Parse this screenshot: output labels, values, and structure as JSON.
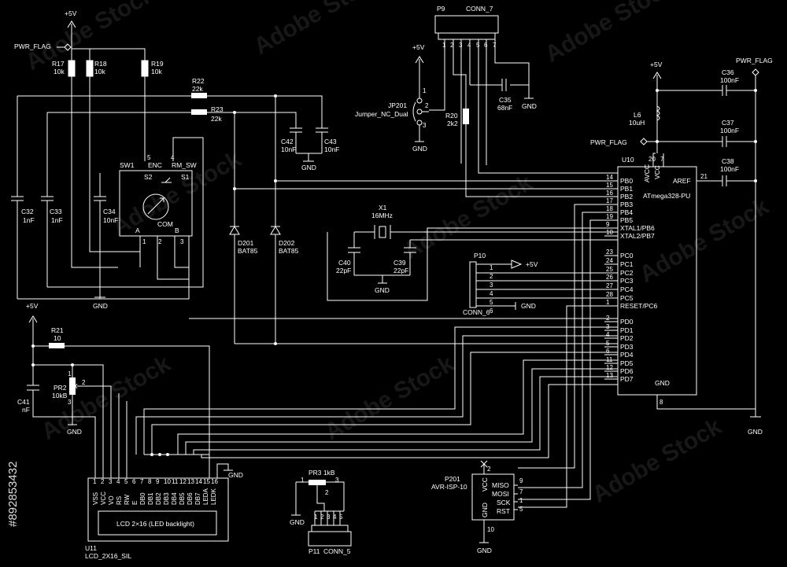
{
  "watermark": "Adobe Stock",
  "side_id": "#892853432",
  "labels": {
    "p5v_1": "+5V",
    "pwr_flag_left": "PWR_FLAG",
    "r17": "R17",
    "r17v": "10k",
    "r18": "R18",
    "r18v": "10k",
    "r19": "R19",
    "r19v": "10k",
    "r22": "R22",
    "r22v": "22k",
    "r23": "R23",
    "r23v": "22k",
    "c42": "C42",
    "c42v": "10nF",
    "c43": "C43",
    "c43v": "10nF",
    "gnd": "GND",
    "sw1": "SW1",
    "enc": "ENC",
    "rm_sw": "RM_SW",
    "s2": "S2",
    "s1": "S1",
    "com": "COM",
    "a": "A",
    "b": "B",
    "c32": "C32",
    "c32v": "1nF",
    "c33": "C33",
    "c33v": "1nF",
    "c34": "C34",
    "c34v": "10nF",
    "d201": "D201",
    "d201v": "BAT85",
    "d202": "D202",
    "d202v": "BAT85",
    "p9": "P9",
    "conn7": "CONN_7",
    "p5v_2": "+5V",
    "jp201": "JP201",
    "jp201v": "Jumper_NC_Dual",
    "r20": "R20",
    "r20v": "2k2",
    "c35": "C35",
    "c35v": "68nF",
    "x1": "X1",
    "x1v": "16MHz",
    "c40": "C40",
    "c40v": "22pF",
    "c39": "C39",
    "c39v": "22pF",
    "p10": "P10",
    "conn6": "CONN_6",
    "p5v_p10": "+5V",
    "u10": "U10",
    "u10v": "ATmega328-PU",
    "vcc": "VCC",
    "avcc": "AVCC",
    "aref": "AREF",
    "gnd_u10": "GND",
    "p5v_3": "+5V",
    "l6": "L6",
    "l6v": "10uH",
    "pwr_flag_mid": "PWR_FLAG",
    "pwr_flag_right": "PWR_FLAG",
    "c36": "C36",
    "c36v": "100nF",
    "c37": "C37",
    "c37v": "100nF",
    "c38": "C38",
    "c38v": "100nF",
    "p5v_4": "+5V",
    "r21": "R21",
    "r21v": "10",
    "pr2": "PR2",
    "pr2v": "10kB",
    "c41": "C41",
    "c41v": "nF",
    "u11": "U11",
    "u11v": "LCD_2X16_SIL",
    "lcd_text": "LCD 2×16 (LED backlight)",
    "pr3": "PR3 1kB",
    "p11": "P11",
    "conn5": "CONN_5",
    "p201": "P201",
    "p201v": "AVR-ISP-10",
    "miso": "MISO",
    "mosi": "MOSI",
    "sck": "SCK",
    "rst": "RST",
    "vcc_isp": "VCC",
    "gnd_isp": "GND"
  },
  "u10_left_pins": [
    {
      "num": "14",
      "name": "PB0"
    },
    {
      "num": "15",
      "name": "PB1"
    },
    {
      "num": "16",
      "name": "PB2"
    },
    {
      "num": "17",
      "name": "PB3"
    },
    {
      "num": "18",
      "name": "PB4"
    },
    {
      "num": "19",
      "name": "PB5"
    },
    {
      "num": "9",
      "name": "XTAL1/PB6"
    },
    {
      "num": "10",
      "name": "XTAL2/PB7"
    },
    {
      "num": "23",
      "name": "PC0"
    },
    {
      "num": "24",
      "name": "PC1"
    },
    {
      "num": "25",
      "name": "PC2"
    },
    {
      "num": "26",
      "name": "PC3"
    },
    {
      "num": "27",
      "name": "PC4"
    },
    {
      "num": "28",
      "name": "PC5"
    },
    {
      "num": "1",
      "name": "RESET/PC6"
    },
    {
      "num": "2",
      "name": "PD0"
    },
    {
      "num": "3",
      "name": "PD1"
    },
    {
      "num": "4",
      "name": "PD2"
    },
    {
      "num": "5",
      "name": "PD3"
    },
    {
      "num": "6",
      "name": "PD4"
    },
    {
      "num": "11",
      "name": "PD5"
    },
    {
      "num": "12",
      "name": "PD6"
    },
    {
      "num": "13",
      "name": "PD7"
    }
  ],
  "u10_top_pins": [
    "20",
    "7"
  ],
  "u10_aref_pin": "21",
  "u10_gnd_pin": "8",
  "lcd_pins": [
    {
      "num": "1",
      "name": "VSS"
    },
    {
      "num": "2",
      "name": "VCC"
    },
    {
      "num": "3",
      "name": "VO"
    },
    {
      "num": "4",
      "name": "RS"
    },
    {
      "num": "5",
      "name": "RW"
    },
    {
      "num": "6",
      "name": "E"
    },
    {
      "num": "7",
      "name": "DB0"
    },
    {
      "num": "8",
      "name": "DB1"
    },
    {
      "num": "9",
      "name": "DB2"
    },
    {
      "num": "10",
      "name": "DB3"
    },
    {
      "num": "11",
      "name": "DB4"
    },
    {
      "num": "12",
      "name": "DB5"
    },
    {
      "num": "13",
      "name": "DB6"
    },
    {
      "num": "14",
      "name": "DB7"
    },
    {
      "num": "15",
      "name": "LEDA"
    },
    {
      "num": "16",
      "name": "LEDK"
    }
  ],
  "p9_pins": [
    "1",
    "2",
    "3",
    "4",
    "5",
    "6",
    "7"
  ],
  "p10_pins": [
    "1",
    "2",
    "3",
    "4",
    "5",
    "6"
  ],
  "p11_pins": [
    "1",
    "2",
    "3",
    "4",
    "5"
  ],
  "isp_pins": [
    "9",
    "7",
    "1",
    "5"
  ],
  "isp_vcc_pin": "2",
  "isp_gnd_pin": "10",
  "jp_pins": [
    "1",
    "2",
    "3"
  ],
  "sw_pins": [
    "5",
    "4",
    "1",
    "2",
    "3"
  ],
  "pr2_pins": [
    "1",
    "2",
    "3"
  ],
  "pr3_pins": [
    "1",
    "2",
    "3"
  ]
}
